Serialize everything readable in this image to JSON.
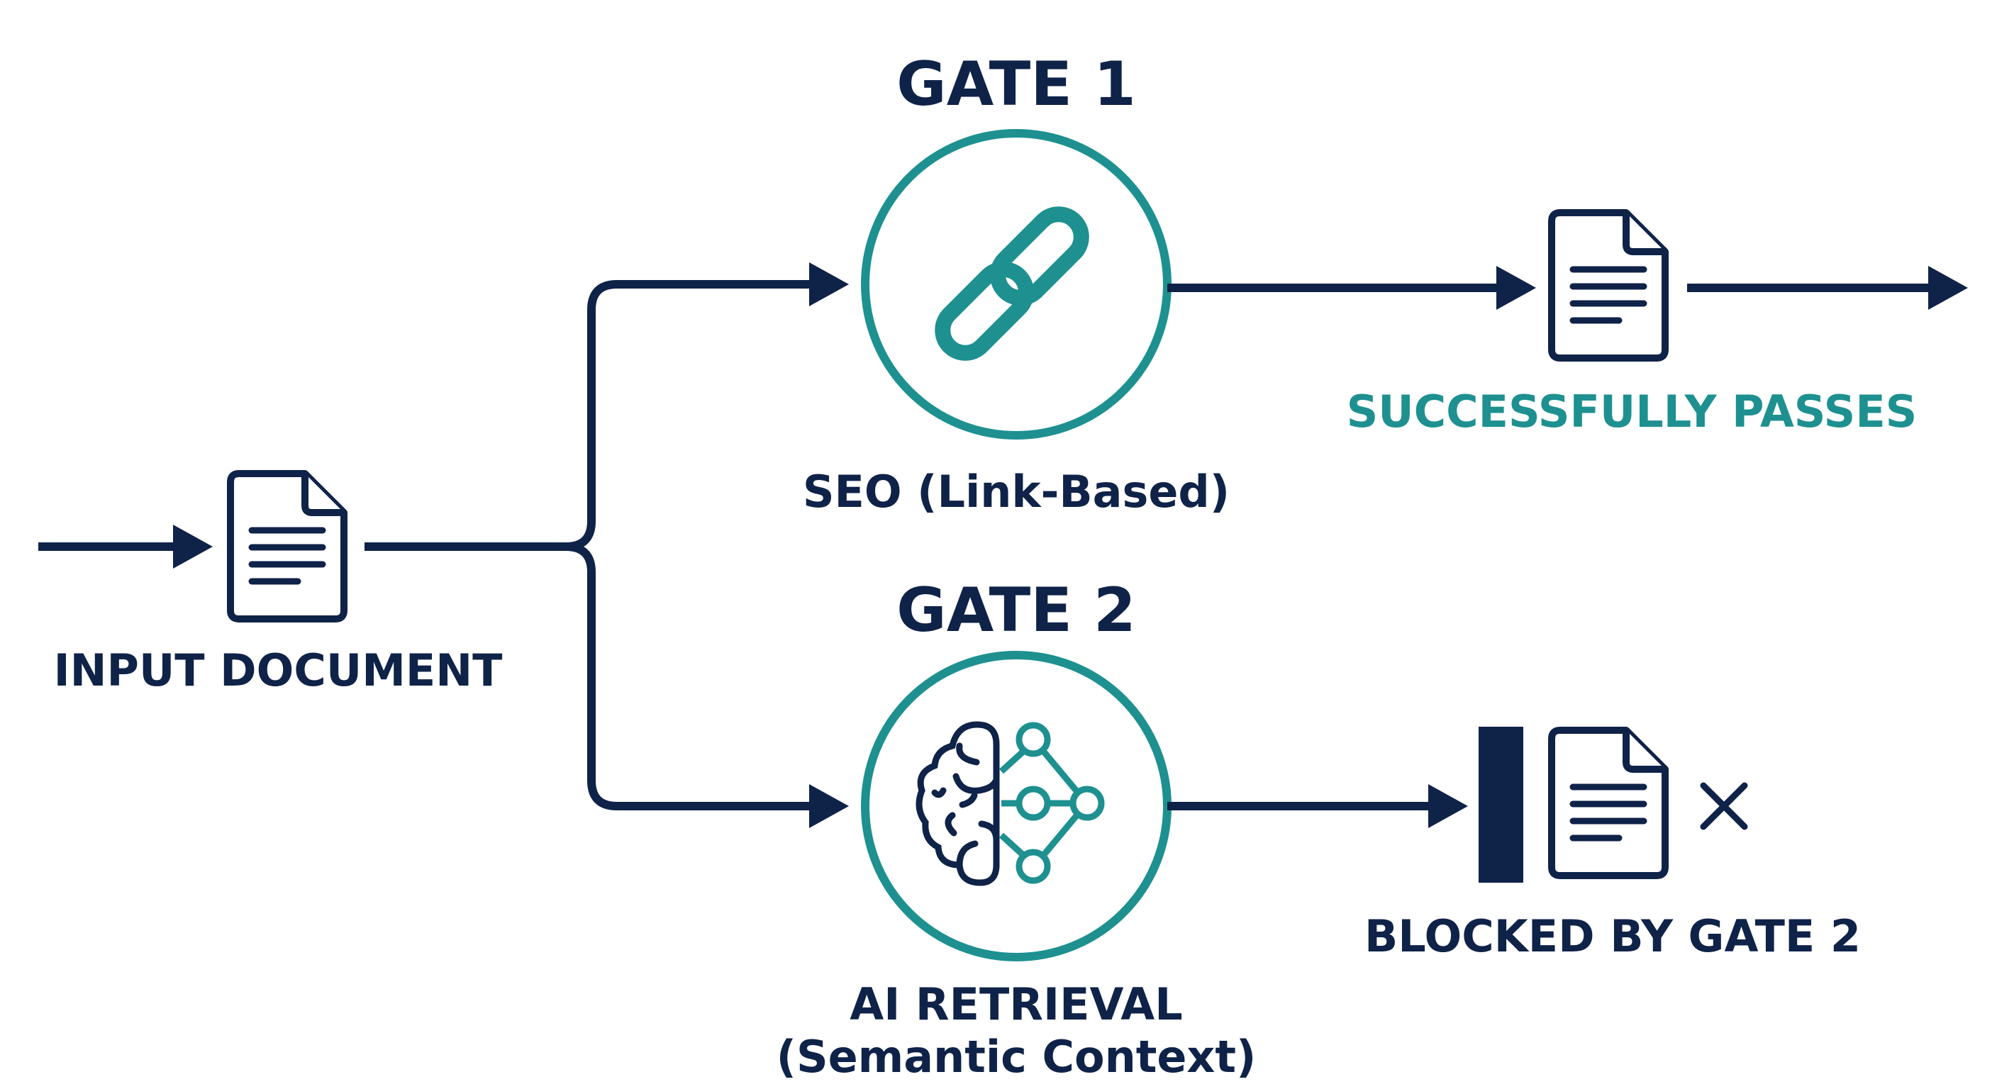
{
  "colors": {
    "primary": "#0f2248",
    "accent": "#1e9090"
  },
  "input": {
    "label": "INPUT DOCUMENT",
    "icon": "document-icon"
  },
  "gate1": {
    "title": "GATE 1",
    "label": "SEO (Link-Based)",
    "icon": "chain-link-icon",
    "outcome": "SUCCESSFULLY PASSES"
  },
  "gate2": {
    "title": "GATE 2",
    "label_line1": "AI RETRIEVAL",
    "label_line2": "(Semantic Context)",
    "icon": "brain-network-icon",
    "outcome": "BLOCKED BY GATE 2"
  }
}
